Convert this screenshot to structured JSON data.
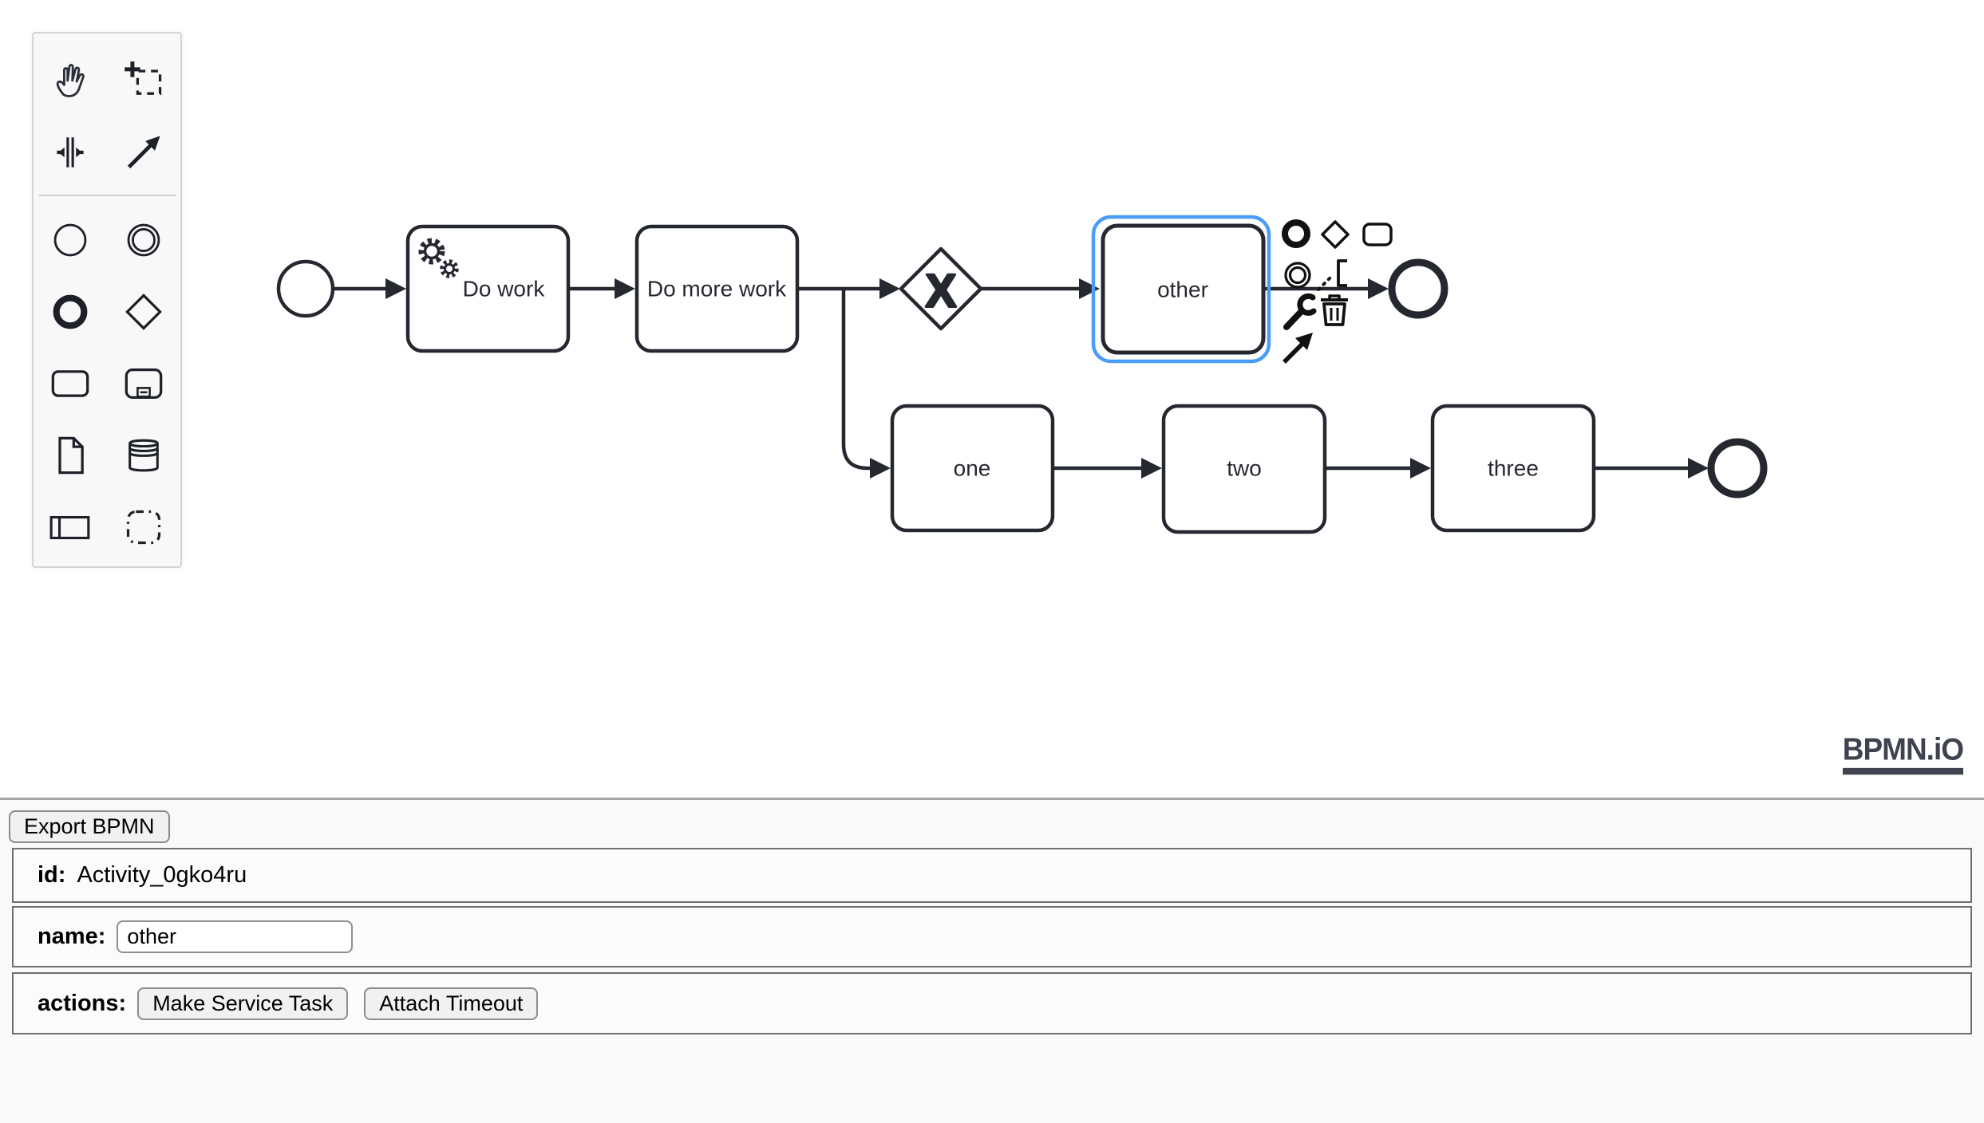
{
  "colors": {
    "stroke": "#25282f",
    "selection_blue": "#4a9df6",
    "canvas_bg": "#ffffff",
    "panel_bg": "#f9f9f9",
    "palette_bg": "#f8f8f9",
    "logo_color": "#3f4350"
  },
  "palette": {
    "tools": [
      "hand-tool",
      "lasso-tool",
      "space-tool",
      "global-connect-tool"
    ],
    "elements": [
      "start-event",
      "intermediate-event",
      "end-event",
      "gateway",
      "task",
      "subprocess",
      "data-object",
      "data-store",
      "participant",
      "group"
    ]
  },
  "diagram": {
    "labels": {
      "do_work": "Do work",
      "do_more_work": "Do more work",
      "other": "other",
      "one": "one",
      "two": "two",
      "three": "three"
    },
    "gateway_marker": "X",
    "selected_element": "other",
    "context_pad": [
      "append-end-event",
      "append-gateway",
      "append-task",
      "append-intermediate-event",
      "append-text-annotation",
      "change-type-wrench",
      "delete-trash",
      "connect-arrow"
    ]
  },
  "logo": {
    "text": "BPMN.iO"
  },
  "panel": {
    "export_button": "Export BPMN",
    "id_label": "id:",
    "id_value": "Activity_0gko4ru",
    "name_label": "name:",
    "name_value": "other",
    "actions_label": "actions:",
    "make_service_task_button": "Make Service Task",
    "attach_timeout_button": "Attach Timeout"
  }
}
